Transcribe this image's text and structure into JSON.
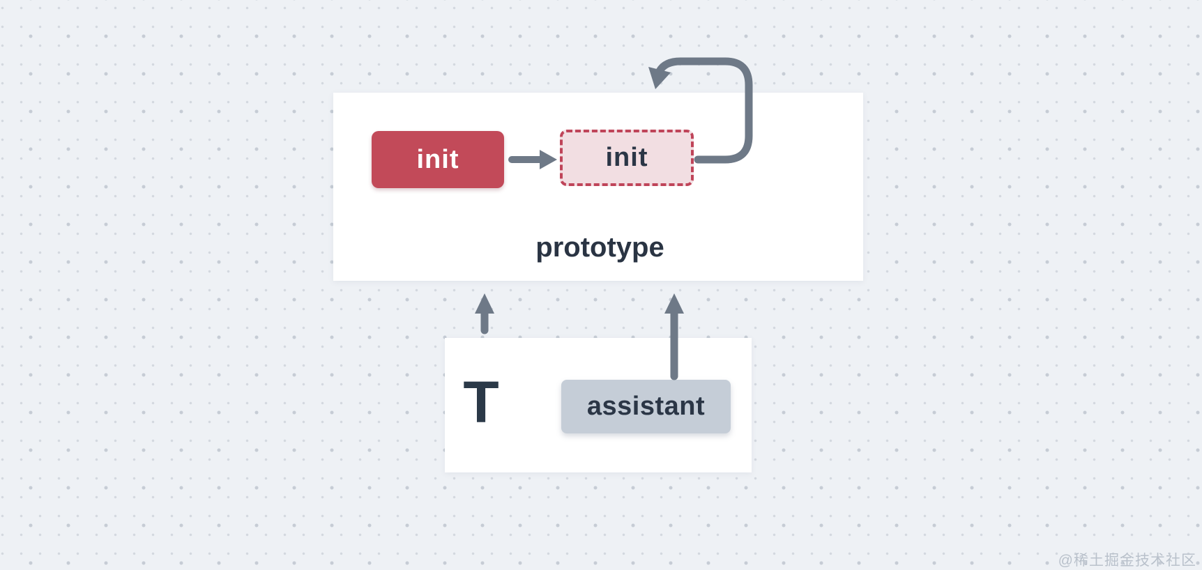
{
  "colors": {
    "background": "#eef1f5",
    "grid_dot": "#c6ccd5",
    "card": "#ffffff",
    "accent_red": "#c24a59",
    "dashed_border_red": "#bf4459",
    "pink_fill": "#f2dee2",
    "arrow_gray": "#6e7987",
    "text_dark": "#2b3646",
    "button_gray": "#c5cdd7",
    "watermark_gray": "#b9c1cb"
  },
  "diagram": {
    "prototype_card": {
      "label": "prototype",
      "solid_init_label": "init",
      "dashed_init_label": "init"
    },
    "instance_card": {
      "type_label": "T",
      "assistant_label": "assistant"
    }
  },
  "watermark": {
    "text": "@稀土掘金技术社区"
  }
}
